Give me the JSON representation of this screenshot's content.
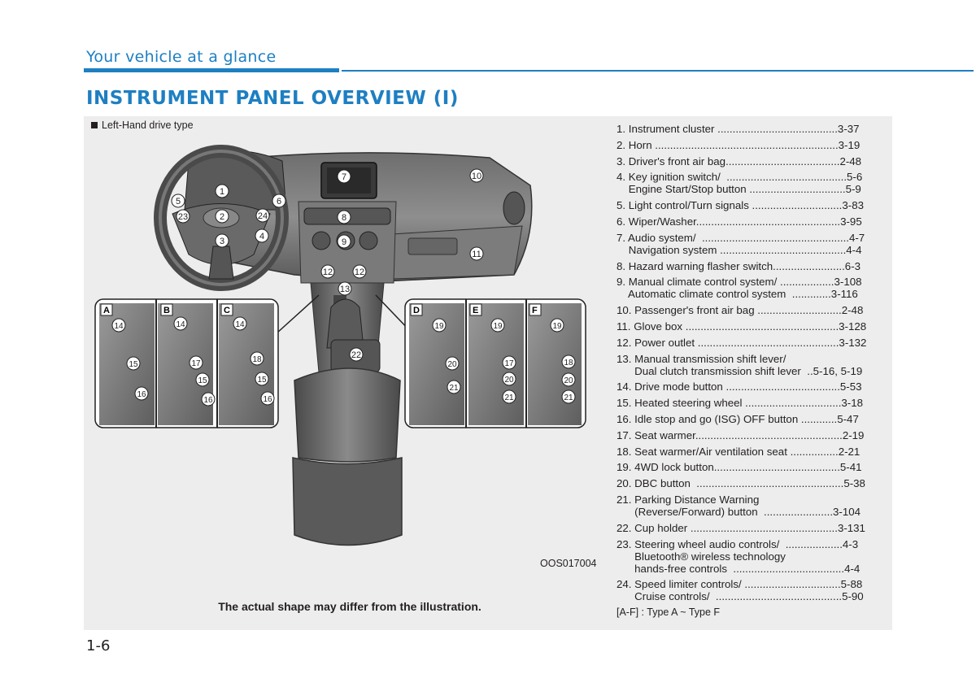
{
  "header": {
    "section_title": "Your vehicle at a glance",
    "page_heading": "INSTRUMENT PANEL OVERVIEW (I)"
  },
  "figure": {
    "drive_type": "Left-Hand drive type",
    "code": "OOS017004",
    "caption": "The actual shape may differ from the illustration.",
    "callouts_main": [
      "1",
      "2",
      "3",
      "4",
      "5",
      "6",
      "7",
      "8",
      "9",
      "10",
      "11",
      "12",
      "12",
      "13",
      "22",
      "23",
      "24"
    ],
    "insets": [
      {
        "label": "A",
        "callouts": [
          "14",
          "15",
          "16"
        ]
      },
      {
        "label": "B",
        "callouts": [
          "14",
          "17",
          "15",
          "16"
        ]
      },
      {
        "label": "C",
        "callouts": [
          "14",
          "18",
          "15",
          "16"
        ]
      },
      {
        "label": "D",
        "callouts": [
          "19",
          "20",
          "21"
        ]
      },
      {
        "label": "E",
        "callouts": [
          "19",
          "17",
          "20",
          "21"
        ]
      },
      {
        "label": "F",
        "callouts": [
          "19",
          "18",
          "20",
          "21"
        ]
      }
    ]
  },
  "legend": {
    "items": [
      "1. Instrument cluster ........................................3-37",
      "2. Horn .............................................................3-19",
      "3. Driver's front air bag......................................2-48",
      "4. Key ignition switch/  ........................................5-6\n    Engine Start/Stop button ................................5-9",
      "5. Light control/Turn signals ..............................3-83",
      "6. Wiper/Washer................................................3-95",
      "7. Audio system/  .................................................4-7\n    Navigation system ..........................................4-4",
      "8. Hazard warning flasher switch........................6-3",
      "9. Manual climate control system/ ..................3-108\n    Automatic climate control system  .............3-116",
      "10. Passenger's front air bag ............................2-48",
      "11. Glove box ...................................................3-128",
      "12. Power outlet ...............................................3-132",
      "13. Manual transmission shift lever/\n      Dual clutch transmission shift lever  ..5-16, 5-19",
      "14. Drive mode button ......................................5-53",
      "15. Heated steering wheel ................................3-18",
      "16. Idle stop and go (ISG) OFF button ............5-47",
      "17. Seat warmer.................................................2-19",
      "18. Seat warmer/Air ventilation seat ................2-21",
      "19. 4WD lock button..........................................5-41",
      "20. DBC button  .................................................5-38",
      "21. Parking Distance Warning\n      (Reverse/Forward) button  .......................3-104",
      "22. Cup holder .................................................3-131",
      "23. Steering wheel audio controls/  ...................4-3\n      Bluetooth® wireless technology\n      hands-free controls  .....................................4-4",
      "24. Speed limiter controls/ ................................5-88\n      Cruise controls/  ..........................................5-90"
    ],
    "note": "[A-F] : Type A ~ Type F"
  },
  "footer": {
    "page_number": "1-6"
  }
}
